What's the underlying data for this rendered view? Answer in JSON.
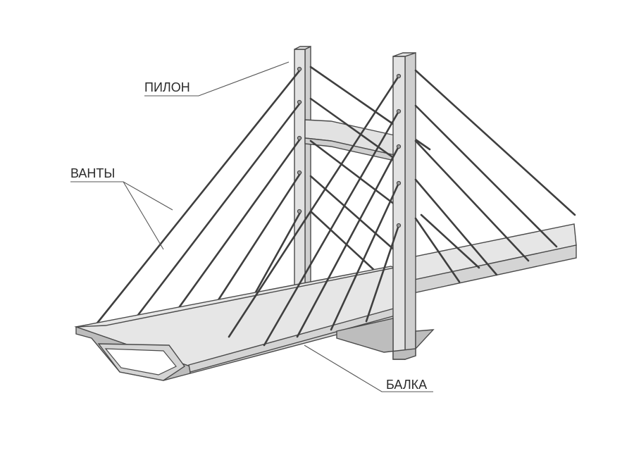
{
  "labels": {
    "pylon": "ПИЛОН",
    "cables": "ВАНТЫ",
    "beam": "БАЛКА"
  },
  "colors": {
    "line": "#3f3f3f",
    "fill_light": "#e2e2e2",
    "fill_mid": "#cfcfcf",
    "fill_dark": "#bdbdbd",
    "text": "#2b2b2b"
  }
}
